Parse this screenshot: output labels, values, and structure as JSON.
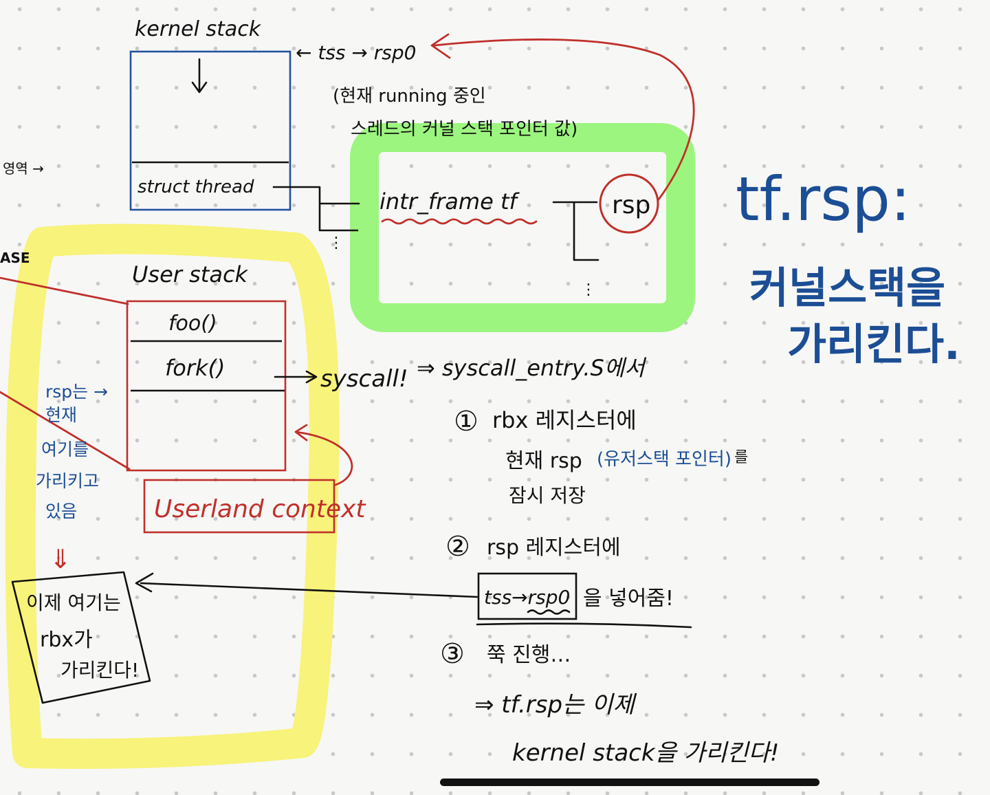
{
  "kernel_stack": {
    "title": "kernel stack",
    "struct_label": "struct thread",
    "side_label": "영역 →"
  },
  "tss": {
    "pointer_label": "← tss → rsp0",
    "note_line1": "(현재 running 중인",
    "note_line2": "스레드의 커널 스택 포인터 값)"
  },
  "intr_frame": {
    "label": "intr_frame tf",
    "rsp_label": "rsp"
  },
  "tf_rsp_note": {
    "title": "tf.rsp:",
    "line1": "커널스택을",
    "line2": "가리킨다."
  },
  "user_stack": {
    "edge_label": "ASE",
    "title": "User stack",
    "frames": [
      "foo()",
      "fork()"
    ],
    "syscall_label": "syscall!",
    "entry_label": "⇒ syscall_entry.S에서",
    "userland_context": "Userland context",
    "rsp_note": [
      "rsp는 →",
      "현재",
      "여기를",
      "가리키고",
      "있음"
    ],
    "down_arrow": "⇓",
    "now_note": [
      "이제 여기는",
      "rbx가",
      "가리킨다!"
    ]
  },
  "steps": {
    "s1_num": "①",
    "s1_line1": "rbx 레지스터에",
    "s1_line2a": "현재 rsp",
    "s1_line2b": "(유저스택 포인터)",
    "s1_line2c": "를",
    "s1_line3": "잠시 저장",
    "s2_num": "②",
    "s2_line1": "rsp 레지스터에",
    "s2_box": "tss→rsp0",
    "s2_tail": "을 넣어줌!",
    "s3_num": "③",
    "s3_line1": "쭉 진행…",
    "s3_line2": "⇒ tf.rsp는 이제",
    "s3_line3": "kernel stack을 가리킨다!"
  },
  "colors": {
    "ink": "#111111",
    "blue": "#1c4e95",
    "red": "#c0302a",
    "green_highlight": "#9cf57f",
    "yellow_highlight": "#f8f37a"
  }
}
